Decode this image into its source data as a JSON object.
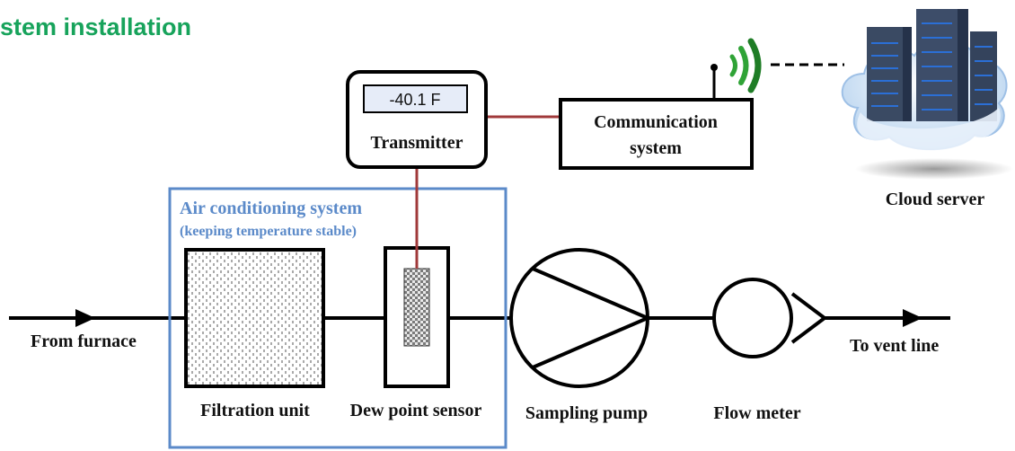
{
  "page": {
    "heading": "stem installation",
    "heading_color": "#17a35b"
  },
  "transmitter": {
    "display_value": "-40.1 F",
    "label": "Transmitter"
  },
  "communication": {
    "line1": "Communication",
    "line2": "system"
  },
  "cloud": {
    "label": "Cloud server"
  },
  "air_conditioning": {
    "title": "Air conditioning system",
    "subtitle": "(keeping temperature stable)",
    "color": "#5b8ac9"
  },
  "flow": {
    "inlet_label": "From furnace",
    "outlet_label": "To vent line"
  },
  "components": {
    "filtration": "Filtration unit",
    "dew_point": "Dew point sensor",
    "pump": "Sampling pump",
    "flow_meter": "Flow meter"
  },
  "colors": {
    "wire": "#a0393a",
    "signal": "#2fa336",
    "server": "#3a4a63",
    "server_light": "#2b6fd6"
  }
}
